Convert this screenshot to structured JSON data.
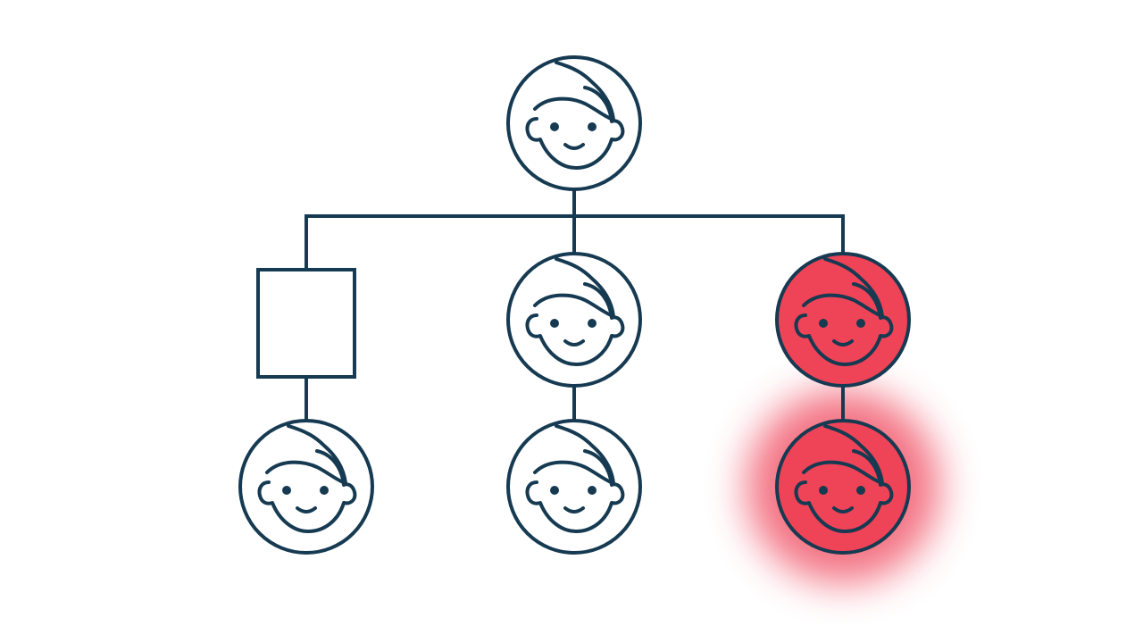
{
  "diagram": {
    "type": "family-tree",
    "colors": {
      "background": "#ffffff",
      "stroke": "#163a51",
      "highlight": "#ef4358",
      "glow": "#ef4358",
      "node_fill": "#ffffff"
    },
    "nodes": [
      {
        "id": "root",
        "shape": "face",
        "highlighted": false,
        "icon": "face-icon"
      },
      {
        "id": "child-left",
        "shape": "rectangle",
        "highlighted": false,
        "icon": "placeholder-box"
      },
      {
        "id": "child-middle",
        "shape": "face",
        "highlighted": false,
        "icon": "face-icon"
      },
      {
        "id": "child-right",
        "shape": "face",
        "highlighted": true,
        "icon": "face-icon"
      },
      {
        "id": "grandchild-left",
        "shape": "face",
        "highlighted": false,
        "icon": "face-icon"
      },
      {
        "id": "grandchild-middle",
        "shape": "face",
        "highlighted": false,
        "icon": "face-icon"
      },
      {
        "id": "grandchild-right",
        "shape": "face",
        "highlighted": true,
        "glow": true,
        "icon": "face-icon"
      }
    ],
    "edges": [
      {
        "from": "root",
        "to": "child-left"
      },
      {
        "from": "root",
        "to": "child-middle"
      },
      {
        "from": "root",
        "to": "child-right"
      },
      {
        "from": "child-left",
        "to": "grandchild-left"
      },
      {
        "from": "child-middle",
        "to": "grandchild-middle"
      },
      {
        "from": "child-right",
        "to": "grandchild-right"
      }
    ]
  }
}
